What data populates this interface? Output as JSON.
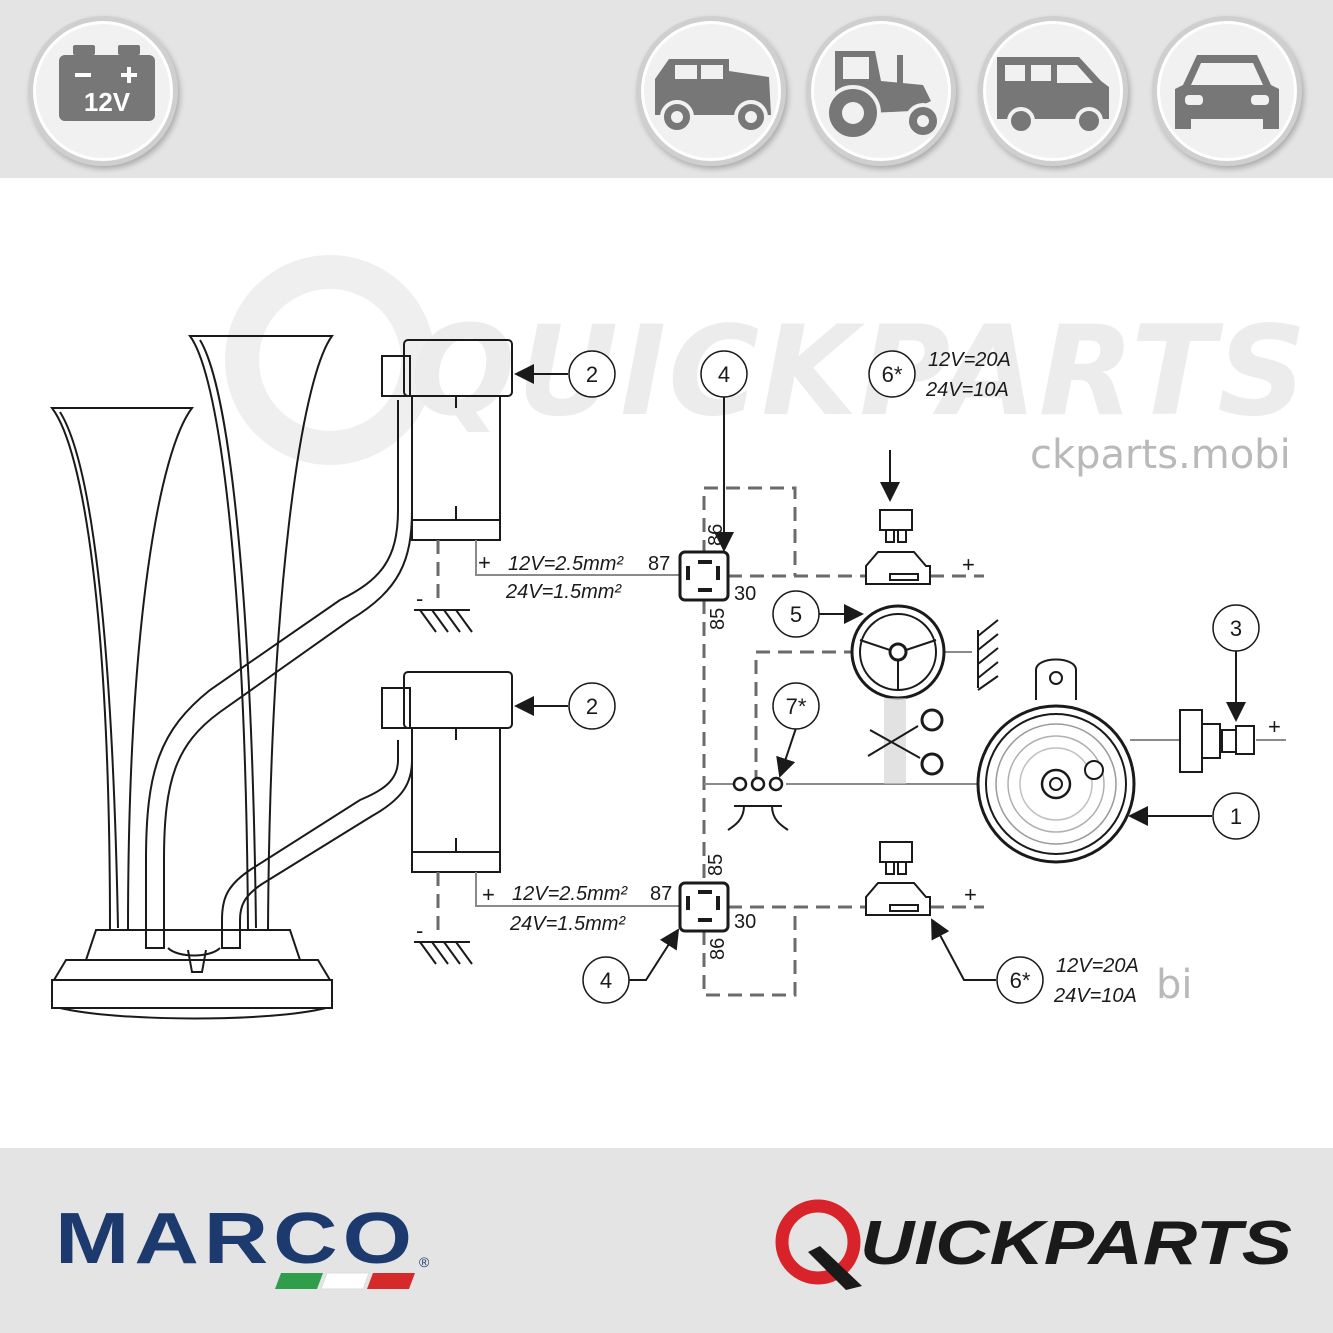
{
  "badges": {
    "battery_label": "12V",
    "icons": [
      "battery-12v-icon",
      "offroad-vehicle-icon",
      "tractor-icon",
      "van-icon",
      "car-icon"
    ]
  },
  "watermark": {
    "brand": "QUICKPARTS",
    "domain_fragment": "ckparts.mobi",
    "domain_fragment_2": "bi"
  },
  "diagram": {
    "callouts": {
      "compressor_top": "2",
      "compressor_bottom": "2",
      "relay_top": "4",
      "relay_bottom": "4",
      "fuse_top": "6*",
      "fuse_bottom": "6*",
      "steering_wheel": "5",
      "contact": "7*",
      "horn": "1",
      "connector": "3"
    },
    "fuse_ratings_top": [
      "12V=20A",
      "24V=10A"
    ],
    "fuse_ratings_bottom": [
      "12V=20A",
      "24V=10A"
    ],
    "wire_spec_top": [
      "12V=2.5mm²",
      "24V=1.5mm²"
    ],
    "wire_spec_bottom": [
      "12V=2.5mm²",
      "24V=1.5mm²"
    ],
    "relay_top_pins": {
      "p86": "86",
      "p87": "87",
      "p30": "30",
      "p85": "85"
    },
    "relay_bottom_pins": {
      "p85": "85",
      "p87": "87",
      "p30": "30",
      "p86": "86"
    },
    "plus": "+",
    "minus": "-"
  },
  "footer": {
    "marco_logo": "MARCO",
    "registered": "®",
    "quickparts_logo_q": "Q",
    "quickparts_logo_rest": "UICKPARTS",
    "marco_colors": {
      "navy": "#1c3a6e",
      "green": "#2e9e4a",
      "red": "#d42a2a"
    },
    "quickparts_colors": {
      "red": "#d8232a",
      "dark": "#1a1a1a"
    }
  }
}
